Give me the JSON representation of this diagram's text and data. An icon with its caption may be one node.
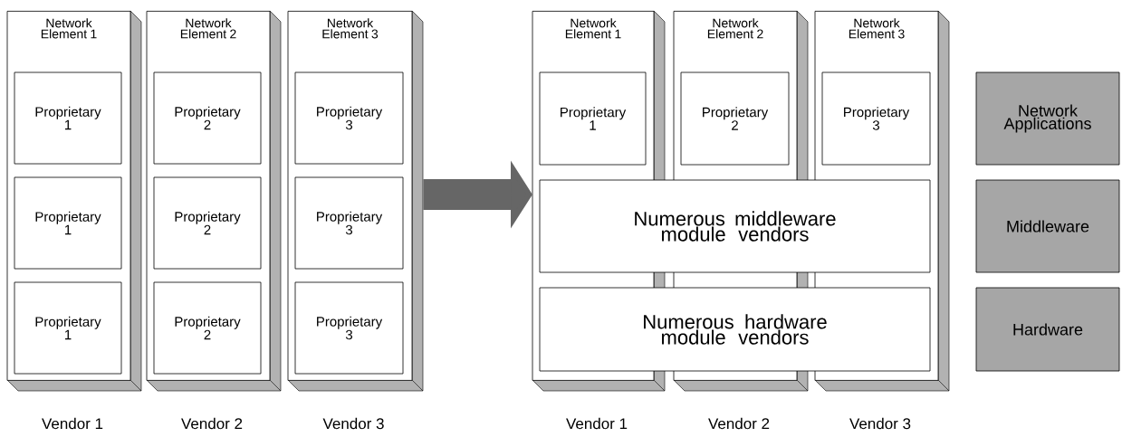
{
  "diagram": {
    "nodes": [
      {
        "text": [
          "Network Element 1"
        ],
        "beside": [
          "Vendor 1"
        ]
      },
      {
        "text": [
          "Proprietary 1"
        ],
        "in": 0
      },
      {
        "text": [
          "Proprietary 1"
        ],
        "in": 0
      },
      {
        "text": [
          "Proprietary 1"
        ],
        "in": 0
      },
      {
        "text": [
          "Network Element 2"
        ],
        "beside": [
          "Vendor 2"
        ]
      },
      {
        "text": [
          "Proprietary 2"
        ],
        "in": 4
      },
      {
        "text": [
          "Proprietary 2"
        ],
        "in": 4
      },
      {
        "text": [
          "Proprietary 2"
        ],
        "in": 4
      },
      {
        "text": [
          "Network Element 3"
        ],
        "beside": [
          "Vendor 3"
        ]
      },
      {
        "text": [
          "Proprietary 3"
        ],
        "in": 8
      },
      {
        "text": [
          "Proprietary 3"
        ],
        "in": 8
      },
      {
        "text": [
          "Proprietary 3"
        ],
        "in": 8
      },
      {
        "text": [
          "Network Element 1"
        ],
        "beside": [
          "Vendor 1"
        ]
      },
      {
        "text": [
          "Proprietary 1"
        ],
        "in": 12
      },
      {
        "text": [
          "Network Element 2"
        ],
        "beside": [
          "Vendor 2"
        ]
      },
      {
        "text": [
          "Proprietary 2"
        ],
        "in": 14
      },
      {
        "text": [
          "Network Element 3"
        ],
        "beside": [
          "Vendor 3"
        ]
      },
      {
        "text": [
          "Proprietary 3"
        ],
        "in": 16
      },
      {
        "text": [
          "Numerous middleware module vendors"
        ]
      },
      {
        "text": [
          "Numerous hardware module vendors"
        ]
      },
      {
        "text": [
          "Network Applications"
        ]
      },
      {
        "text": [
          "Middleware"
        ]
      },
      {
        "text": [
          "Hardware"
        ]
      }
    ],
    "edges": [
      {
        "from": 8,
        "to": 18,
        "arrow": "to"
      }
    ]
  }
}
